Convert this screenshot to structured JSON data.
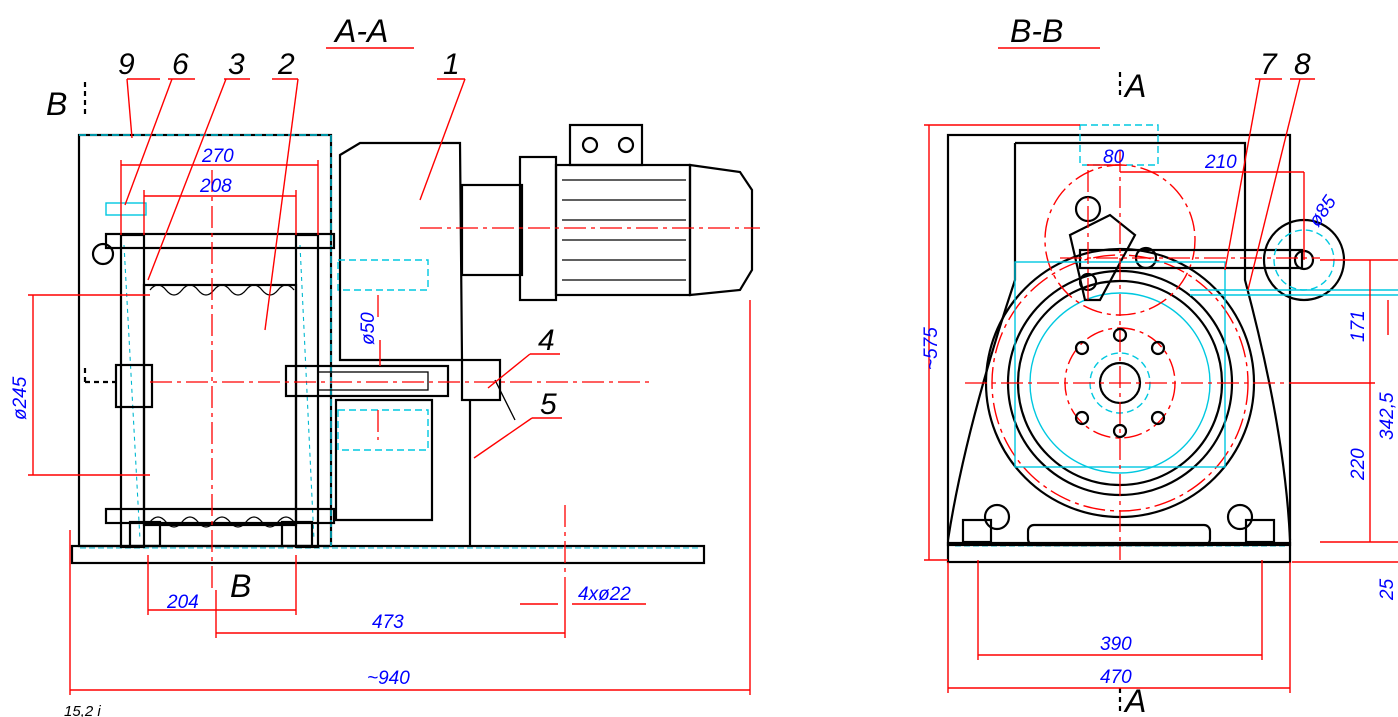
{
  "views": {
    "section_aa": {
      "title": "A-A"
    },
    "section_bb": {
      "title": "B-B"
    }
  },
  "cut_markers": {
    "b_top": "B",
    "b_bottom": "B",
    "a_top": "A",
    "a_bottom": "A"
  },
  "part_numbers": {
    "p1": "1",
    "p2": "2",
    "p3": "3",
    "p4": "4",
    "p5": "5",
    "p6": "6",
    "p7": "7",
    "p8": "8",
    "p9": "9"
  },
  "dimensions_aa": {
    "d270": "270",
    "d208": "208",
    "d245": "ø245",
    "d50": "ø50",
    "d204": "204",
    "d473": "473",
    "d940": "~940",
    "d4x22": "4xø22"
  },
  "dimensions_bb": {
    "d80": "80",
    "d210": "210",
    "d85": "ø85",
    "d575": "~575",
    "d171": "171",
    "d3425": "342,5",
    "d220": "220",
    "d25": "25",
    "d390": "390",
    "d470": "470"
  },
  "footnote": "15,2 i",
  "colors": {
    "outline": "#000000",
    "centerline": "#ff0000",
    "hidden": "#00c8e0",
    "dimension_text": "#0000ff"
  }
}
